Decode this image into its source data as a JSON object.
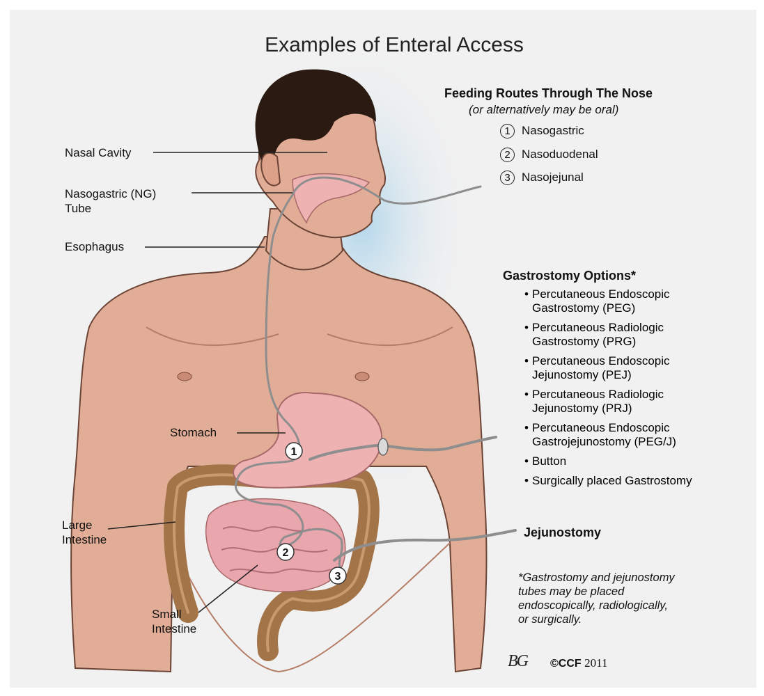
{
  "title": "Examples of Enteral Access",
  "colors": {
    "skin": "#e2ad97",
    "hair": "#2a1a12",
    "stomach": "#eeb2b2",
    "colon": "#a47449",
    "tube": "#8e8e8e",
    "background": "#f1f1f1"
  },
  "anatomy_labels": {
    "nasal_cavity": "Nasal Cavity",
    "ng_tube": "Nasogastric (NG)\nTube",
    "esophagus": "Esophagus",
    "stomach": "Stomach",
    "large_intestine": "Large\nIntestine",
    "small_intestine": "Small\nIntestine"
  },
  "markers": [
    "1",
    "2",
    "3"
  ],
  "nose_routes": {
    "heading": "Feeding Routes Through The Nose",
    "subheading": "(or alternatively may be oral)",
    "items": [
      {
        "num": "1",
        "label": "Nasogastric"
      },
      {
        "num": "2",
        "label": "Nasoduodenal"
      },
      {
        "num": "3",
        "label": "Nasojejunal"
      }
    ]
  },
  "gastrostomy": {
    "heading": "Gastrostomy Options*",
    "items": [
      "Percutaneous Endoscopic\nGastrostomy (PEG)",
      "Percutaneous Radiologic\nGastrostomy (PRG)",
      "Percutaneous Endoscopic\nJejunostomy (PEJ)",
      "Percutaneous Radiologic\nJejunostomy (PRJ)",
      "Percutaneous Endoscopic\nGastrojejunostomy (PEG/J)",
      "Button",
      "Surgically placed Gastrostomy"
    ]
  },
  "jejunostomy": "Jejunostomy",
  "footnote": "*Gastrostomy and jejunostomy\n tubes may be placed\n endoscopically, radiologically,\n or surgically.",
  "signature": "BG",
  "copyright": {
    "symbol": "©CCF",
    "year": "2011"
  }
}
